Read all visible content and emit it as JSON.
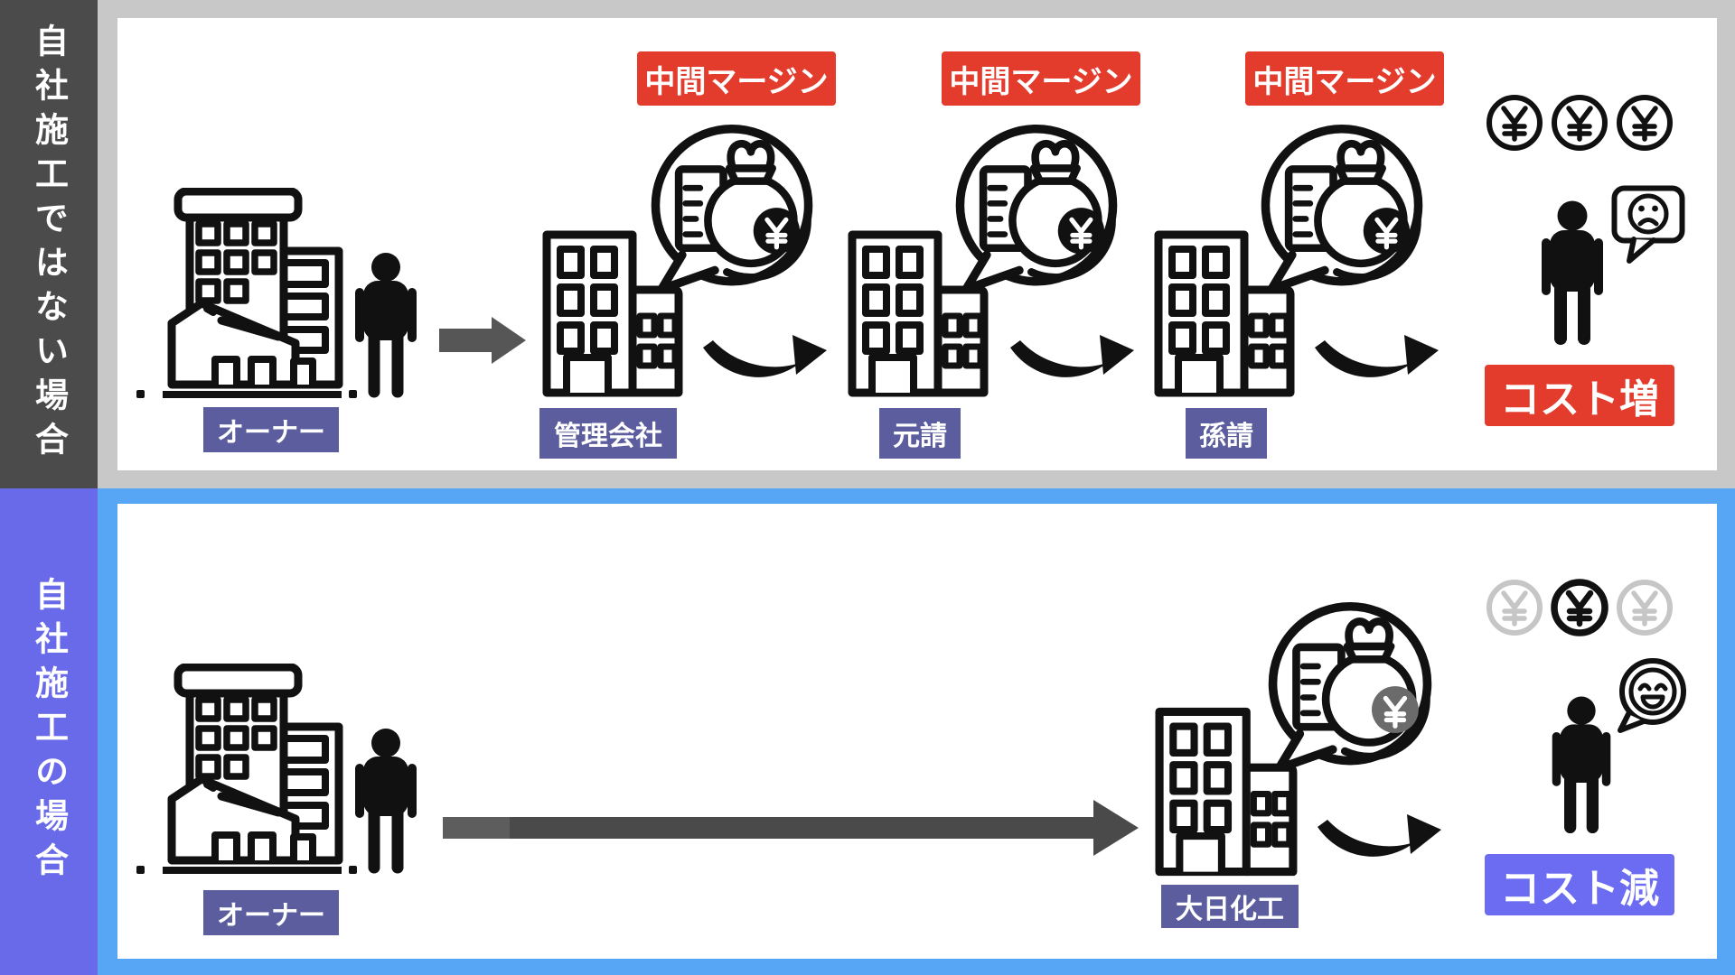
{
  "colors": {
    "top_band_bg": "#c8c8c8",
    "top_sidebar_bg": "#4b4b4b",
    "bottom_band_bg": "#57a5f5",
    "bottom_sidebar_bg": "#686ae9",
    "label_indigo": "#5b5d9e",
    "label_red": "#e33b2c",
    "cost_down_purple": "#6b6cf2",
    "coin_gray": "#c6c6c6",
    "arrow_gray": "#4a4a4a",
    "icon_black": "#111111"
  },
  "symbols": {
    "yen": "¥"
  },
  "icons": {
    "owner": "buildings-with-person",
    "company": "office-buildings",
    "margin": "money-bag-speech-bubble",
    "coin": "yen-coin",
    "flow": "right-arrow",
    "handoff": "curved-arrow",
    "unhappy": "sad-face-speech-bubble",
    "happy": "happy-face-speech-bubble"
  },
  "top_section": {
    "sidebar_label": "自社施工ではない場合",
    "owner": {
      "label": "オーナー"
    },
    "chain": [
      {
        "margin_label": "中間マージン",
        "company_label": "管理会社"
      },
      {
        "margin_label": "中間マージン",
        "company_label": "元請"
      },
      {
        "margin_label": "中間マージン",
        "company_label": "孫請"
      }
    ],
    "coins": [
      "black",
      "black",
      "black"
    ],
    "result": {
      "label": "コスト増"
    }
  },
  "bottom_section": {
    "sidebar_label": "自社施工の場合",
    "owner": {
      "label": "オーナー"
    },
    "company": {
      "label": "大日化工"
    },
    "coins": [
      "gray",
      "black",
      "gray"
    ],
    "result": {
      "label": "コスト減"
    }
  }
}
